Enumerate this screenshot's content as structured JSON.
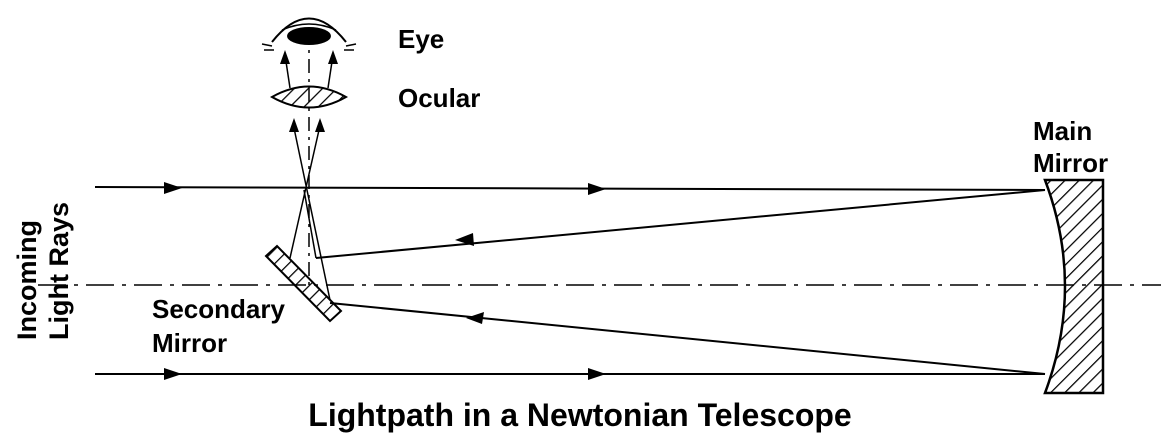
{
  "labels": {
    "eye": "Eye",
    "ocular": "Ocular",
    "main_mirror_1": "Main",
    "main_mirror_2": "Mirror",
    "secondary_1": "Secondary",
    "secondary_2": "Mirror",
    "incoming_1": "Incoming",
    "incoming_2": "Light Rays",
    "title": "Lightpath in a Newtonian Telescope"
  }
}
